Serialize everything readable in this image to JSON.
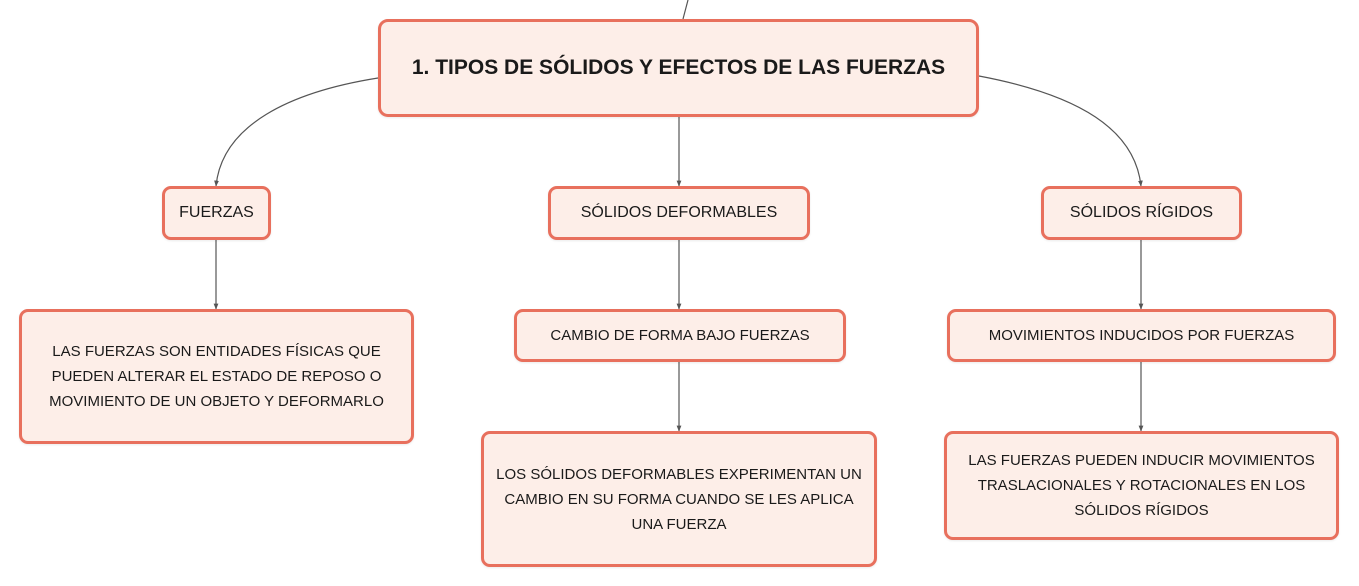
{
  "colors": {
    "node_fill": "#fdeee8",
    "node_border": "#e8705d",
    "connector": "#555555"
  },
  "root": {
    "label": "1. TIPOS DE SÓLIDOS Y EFECTOS DE LAS FUERZAS"
  },
  "branches": [
    {
      "label": "FUERZAS",
      "children": [
        {
          "label": "LAS FUERZAS SON ENTIDADES FÍSICAS QUE PUEDEN ALTERAR EL ESTADO DE REPOSO O MOVIMIENTO DE UN OBJETO Y DEFORMARLO"
        }
      ]
    },
    {
      "label": "SÓLIDOS DEFORMABLES",
      "children": [
        {
          "label": "CAMBIO DE FORMA BAJO FUERZAS",
          "children": [
            {
              "label": "LOS SÓLIDOS DEFORMABLES EXPERIMENTAN UN CAMBIO EN SU FORMA CUANDO SE LES APLICA UNA FUERZA"
            }
          ]
        }
      ]
    },
    {
      "label": "SÓLIDOS RÍGIDOS",
      "children": [
        {
          "label": "MOVIMIENTOS INDUCIDOS POR FUERZAS",
          "children": [
            {
              "label": "LAS FUERZAS PUEDEN INDUCIR MOVIMIENTOS TRASLACIONALES Y ROTACIONALES EN LOS SÓLIDOS RÍGIDOS"
            }
          ]
        }
      ]
    }
  ]
}
